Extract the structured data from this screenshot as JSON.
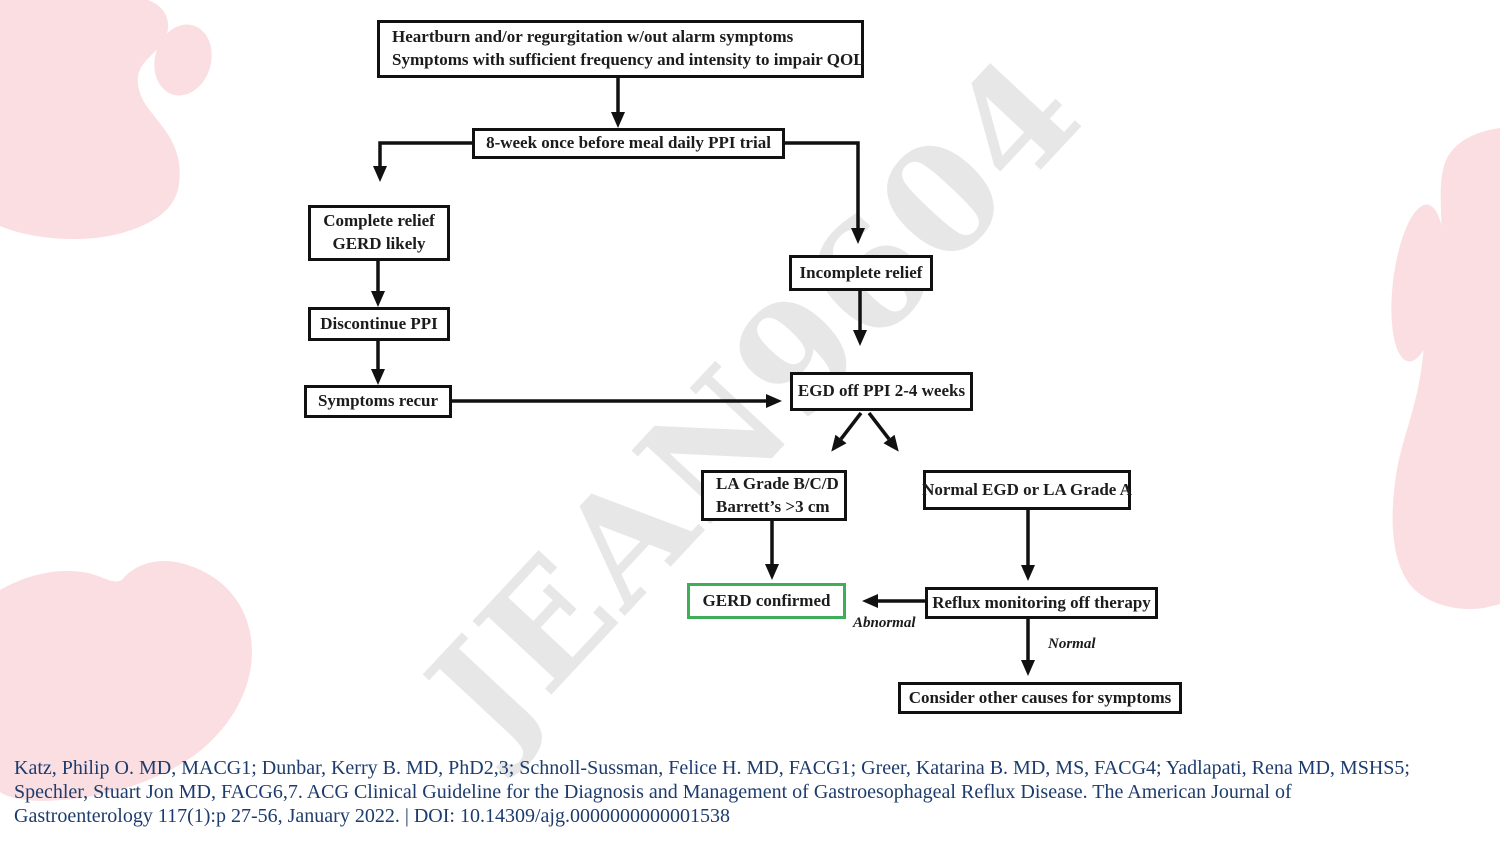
{
  "flowchart": {
    "nodes": {
      "symptoms": {
        "line1": "Heartburn and/or regurgitation w/out alarm symptoms",
        "line2": "Symptoms with sufficient frequency and intensity to impair QOL"
      },
      "ppi_trial": {
        "label": "8-week once before meal daily PPI trial"
      },
      "complete_relief": {
        "line1": "Complete relief",
        "line2": "GERD likely"
      },
      "discontinue_ppi": {
        "label": "Discontinue PPI"
      },
      "symptoms_recur": {
        "label": "Symptoms recur"
      },
      "incomplete_relief": {
        "label": "Incomplete relief"
      },
      "egd": {
        "label": "EGD off PPI 2-4 weeks"
      },
      "la_grade": {
        "line1": "LA Grade B/C/D",
        "line2": "Barrett’s >3 cm"
      },
      "normal_egd": {
        "label": "Normal EGD or LA Grade A"
      },
      "gerd_confirmed": {
        "label": "GERD confirmed"
      },
      "reflux_monitoring": {
        "label": "Reflux monitoring off therapy"
      },
      "consider_other": {
        "label": "Consider other causes for symptoms"
      }
    },
    "edge_labels": {
      "abnormal": "Abnormal",
      "normal": "Normal"
    }
  },
  "watermark": {
    "text": "JEAN9604"
  },
  "citation": {
    "lines": [
      "Katz, Philip O. MD, MACG1; Dunbar, Kerry B. MD, PhD2,3; Schnoll-Sussman, Felice H. MD, FACG1; Greer, Katarina B. MD, MS, FACG4; Yadlapati, Rena MD, MSHS5;",
      "Spechler, Stuart Jon MD, FACG6,7. ACG Clinical Guideline for the Diagnosis and Management of Gastroesophageal Reflux Disease. The American Journal of",
      "Gastroenterology 117(1):p 27-56, January 2022. | DOI: 10.14309/ajg.0000000000001538"
    ]
  },
  "colors": {
    "box_border": "#111111",
    "confirmed_border": "#3fae58",
    "blob_pink": "#fbdee1",
    "citation_text": "#1d3c6d",
    "watermark": "#e7e7e7"
  }
}
